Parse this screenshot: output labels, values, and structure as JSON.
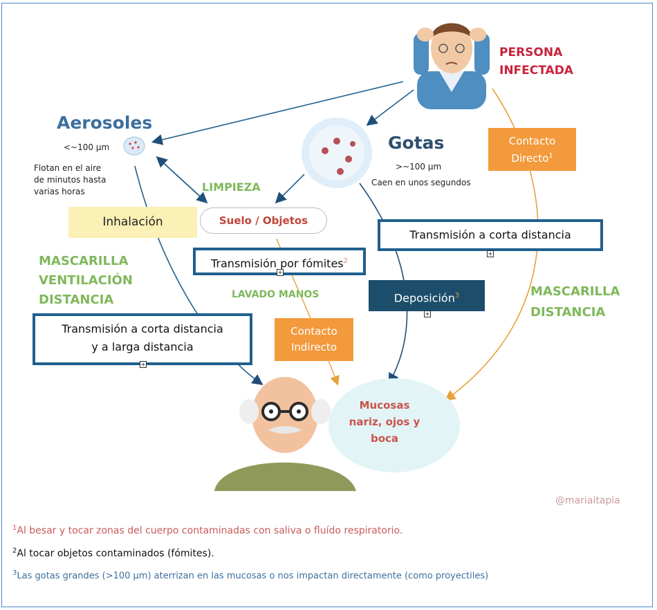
{
  "infected": {
    "label_line1": "PERSONA",
    "label_line2": "INFECTADA"
  },
  "aerosoles": {
    "title": "Aerosoles",
    "size": "<~100 µm",
    "desc_line1": "Flotan en el aire",
    "desc_line2": "de minutos hasta",
    "desc_line3": "varias horas"
  },
  "gotas": {
    "title": "Gotas",
    "size": ">~100 µm",
    "desc": "Caen en unos segundos"
  },
  "limpieza": "LIMPIEZA",
  "suelo": "Suelo / Objetos",
  "inhalacion": "Inhalación",
  "fomites": {
    "text": "Transmisión por fómites",
    "sup": "2"
  },
  "corta_right": "Transmisión a corta distancia",
  "contacto_directo": {
    "line1": "Contacto",
    "line2": "Directo",
    "sup": "1"
  },
  "mascarilla_left": {
    "line1": "MASCARILLA",
    "line2": "VENTILACIÓN",
    "line3": "DISTANCIA"
  },
  "lavado": "LAVADO MANOS",
  "deposicion": {
    "text": "Deposición",
    "sup": "3"
  },
  "mascarilla_right": {
    "line1": "MASCARILLA",
    "line2": "DISTANCIA"
  },
  "corta_larga": {
    "line1": "Transmisión a corta distancia",
    "line2": "y a larga distancia"
  },
  "contacto_indirecto": {
    "line1": "Contacto",
    "line2": "Indirecto"
  },
  "mucosas": {
    "line1": "Mucosas",
    "line2": "nariz, ojos y",
    "line3": "boca"
  },
  "credit": "@mariaitapia",
  "footnotes": [
    {
      "num": "1",
      "text": "Al besar y tocar zonas del cuerpo contaminadas con saliva o fluído respiratorio.",
      "color": "#c95a5a"
    },
    {
      "num": "2",
      "text": "Al tocar objetos contaminados (fómites).",
      "color": "#111111"
    },
    {
      "num": "3",
      "text": "Las gotas grandes (>100 µm) aterrizan en las mucosas o nos impactan directamente (como proyectiles)",
      "color": "#3d6f9c"
    }
  ],
  "colors": {
    "blue_box": "#1f5f8e",
    "orange": "#f29a3c",
    "green": "#7fb85a",
    "red": "#c8243c"
  }
}
